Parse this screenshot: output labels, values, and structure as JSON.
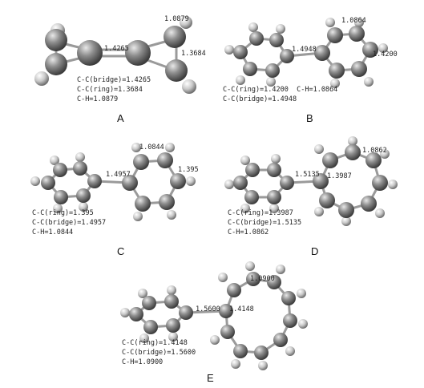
{
  "panels": [
    {
      "id": "A",
      "caption": "A",
      "bond_labels": [
        "1.4265",
        "1.0879",
        "1.3684"
      ],
      "legend": [
        "C-C(bridge)=1.4265",
        "C-C(ring)=1.3684",
        "C-H=1.0879"
      ]
    },
    {
      "id": "B",
      "caption": "B",
      "bond_labels": [
        "1.0864",
        "1.4948",
        "1.4200"
      ],
      "legend": [
        "C-C(ring)=1.4200  C-H=1.0864",
        "C-C(bridge)=1.4948"
      ]
    },
    {
      "id": "C",
      "caption": "C",
      "bond_labels": [
        "1.0844",
        "1.4957",
        "1.395"
      ],
      "legend": [
        "C-C(ring)=1.395",
        "C-C(bridge)=1.4957",
        "C-H=1.0844"
      ]
    },
    {
      "id": "D",
      "caption": "D",
      "bond_labels": [
        "1.0862",
        "1.5135",
        "1.3987"
      ],
      "legend": [
        "C-C(ring)=1.3987",
        "C-C(bridge)=1.5135",
        "C-H=1.0862"
      ]
    },
    {
      "id": "E",
      "caption": "E",
      "bond_labels": [
        "1.0900",
        "1.5600",
        "1.4148"
      ],
      "legend": [
        "C-C(ring)=1.4148",
        "C-C(bridge)=1.5600",
        "C-H=1.0900"
      ]
    }
  ],
  "colors": {
    "carbon": "#7a7a7a",
    "hydrogen": "#cfcfcf",
    "bond": "#9a9a9a"
  }
}
